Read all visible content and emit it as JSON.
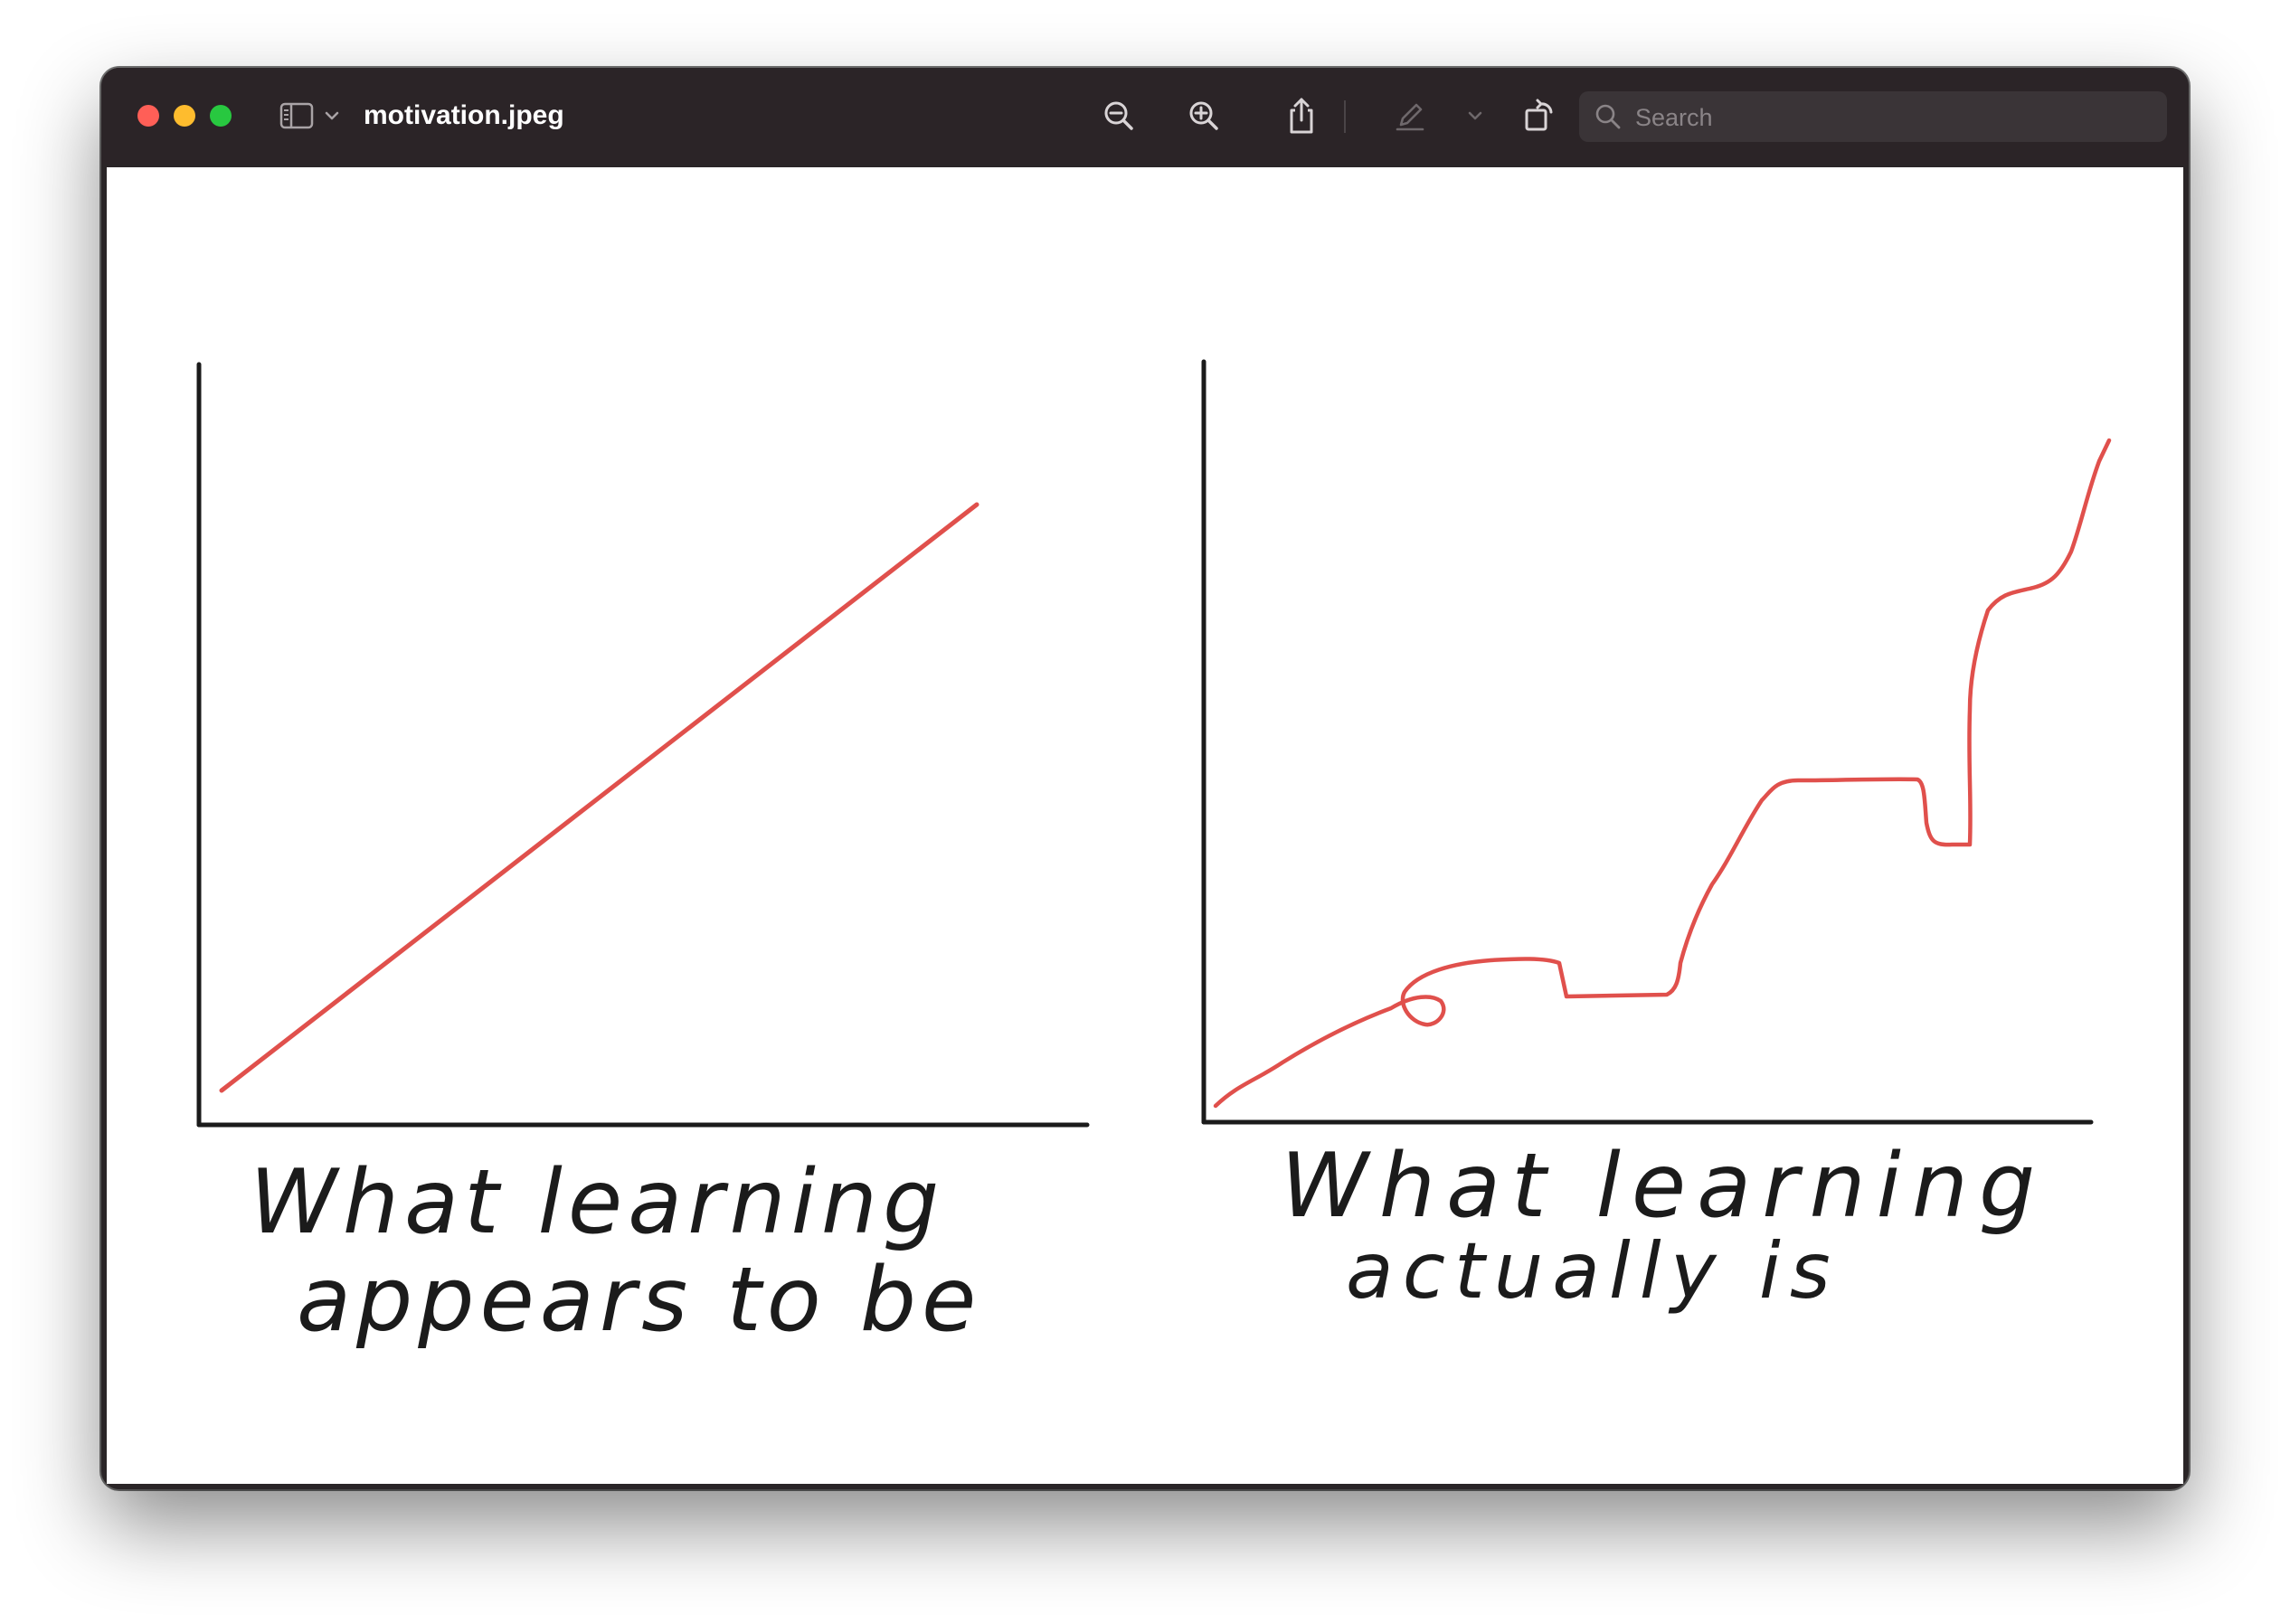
{
  "window": {
    "title": "motivation.jpeg"
  },
  "toolbar": {
    "zoom_out_icon": "zoom-out-icon",
    "zoom_in_icon": "zoom-in-icon",
    "share_icon": "share-icon",
    "markup_icon": "pen-icon",
    "rotate_icon": "rotate-icon",
    "annotate_icon": "markup-circle-icon"
  },
  "search": {
    "placeholder": "Search",
    "value": ""
  },
  "image": {
    "left_caption_line1": "What learning",
    "left_caption_line2": "appears to be",
    "right_caption_line1": "What learning",
    "right_caption_line2": "actually is",
    "line_color": "#e0504c",
    "axis_color": "#1b1b1b"
  }
}
